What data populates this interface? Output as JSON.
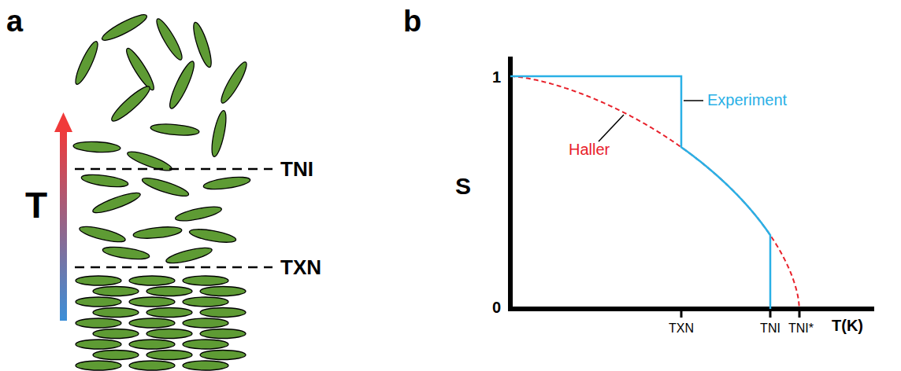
{
  "diagram": {
    "labels": [
      "a",
      "b",
      "T",
      "TNI",
      "TXN",
      "S",
      "1",
      "0",
      "TXN",
      "TNI",
      "TNI*",
      "T(K)",
      "Experiment",
      "Haller"
    ]
  }
}
